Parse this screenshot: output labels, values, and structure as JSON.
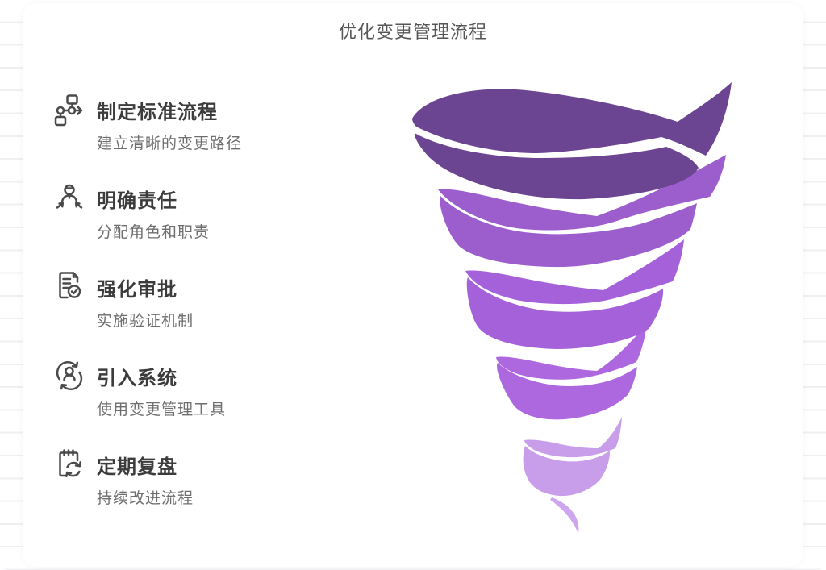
{
  "title": "优化变更管理流程",
  "items": [
    {
      "icon": "workflow",
      "title": "制定标准流程",
      "subtitle": "建立清晰的变更路径"
    },
    {
      "icon": "person-focus",
      "title": "明确责任",
      "subtitle": "分配角色和职责"
    },
    {
      "icon": "document-check",
      "title": "强化审批",
      "subtitle": "实施验证机制"
    },
    {
      "icon": "person-cycle",
      "title": "引入系统",
      "subtitle": "使用变更管理工具"
    },
    {
      "icon": "calendar-refresh",
      "title": "定期复盘",
      "subtitle": "持续改进流程"
    }
  ],
  "funnel": {
    "levels": [
      {
        "name": "level-1",
        "color": "#6b4591"
      },
      {
        "name": "level-2",
        "color": "#9c5ecd"
      },
      {
        "name": "level-3",
        "color": "#a561d9"
      },
      {
        "name": "level-4",
        "color": "#ad68e0"
      },
      {
        "name": "level-5",
        "color": "#c89dea"
      }
    ],
    "tail_color": "#cda6ee"
  },
  "colors": {
    "title_text": "#565656",
    "item_title_text": "#3c3c3c",
    "item_subtitle_text": "#6e6e6e",
    "icon_stroke": "#4a4a4a",
    "ruled_line": "#f0f0f2"
  }
}
